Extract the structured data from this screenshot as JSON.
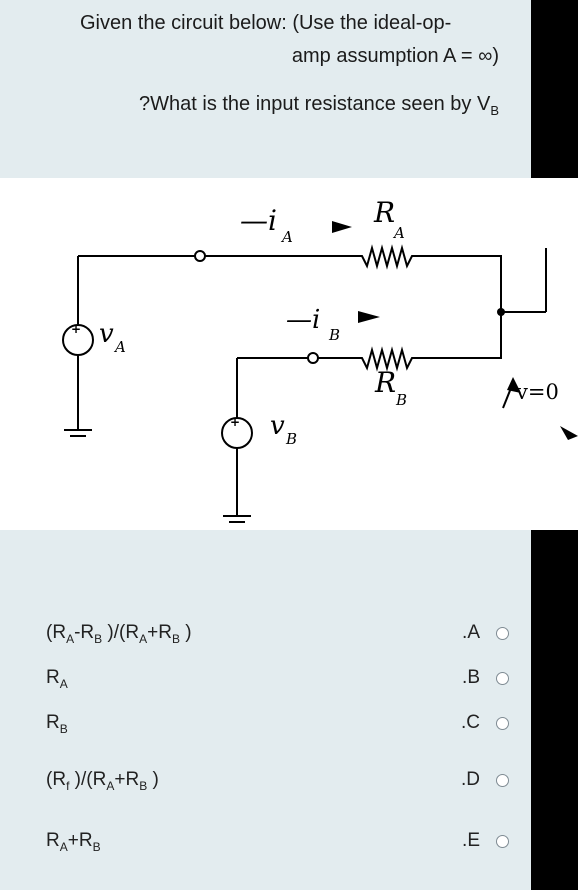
{
  "question": {
    "line1": "Given the circuit below: (Use the ideal-op-",
    "line2": "amp assumption A = ∞)",
    "line3_prefix": "?What is the input resistance seen by V",
    "line3_sub": "B"
  },
  "figure": {
    "current_a_symbol": "—i",
    "current_a_sub": "A",
    "resistor_a_symbol": "R",
    "resistor_a_sub": "A",
    "current_b_symbol": "—i",
    "current_b_sub": "B",
    "resistor_b_symbol": "R",
    "resistor_b_sub": "B",
    "source_a_symbol": "v",
    "source_a_sub": "A",
    "source_b_symbol": "v",
    "source_b_sub": "B",
    "v_zero": "v=0",
    "plus": "+"
  },
  "options": [
    {
      "letter": ".A",
      "text": "(RA-RB )/(RA+RB )",
      "selected": false
    },
    {
      "letter": ".B",
      "text": "RA",
      "selected": false
    },
    {
      "letter": ".C",
      "text": "RB",
      "selected": false
    },
    {
      "letter": ".D",
      "text": "(Rf )/(RA+RB )",
      "selected": false
    },
    {
      "letter": ".E",
      "text": "RA+RB",
      "selected": false
    }
  ]
}
